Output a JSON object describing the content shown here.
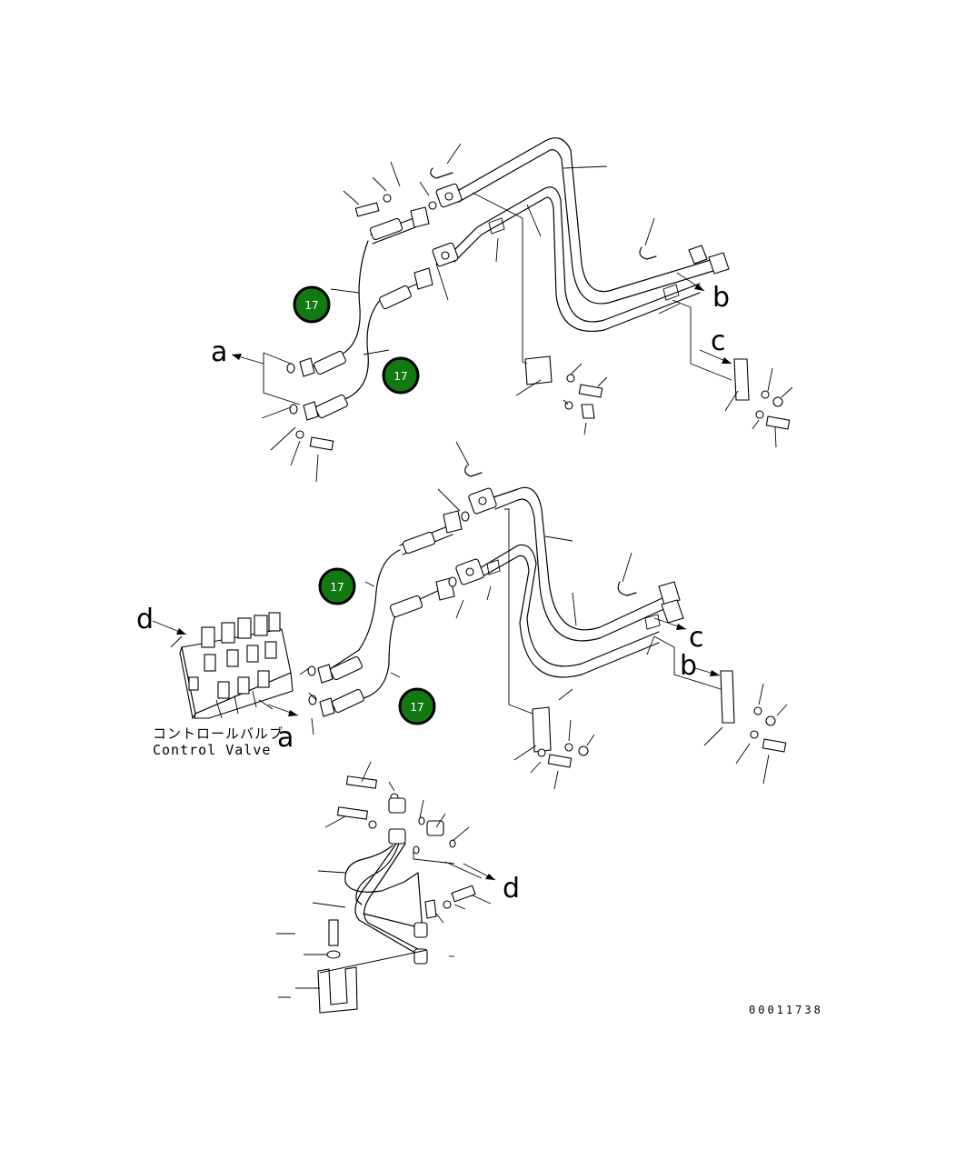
{
  "diagram": {
    "caption_jp": "コントロールバルブ",
    "caption_en": "Control Valve",
    "drawing_number": "00011738",
    "callout_color": "#137a13",
    "callouts": [
      {
        "label": "17"
      },
      {
        "label": "17"
      },
      {
        "label": "17"
      },
      {
        "label": "17"
      }
    ],
    "letters": [
      {
        "label": "a"
      },
      {
        "label": "b"
      },
      {
        "label": "c"
      },
      {
        "label": "c"
      },
      {
        "label": "b"
      },
      {
        "label": "d"
      },
      {
        "label": "a"
      },
      {
        "label": "d"
      }
    ]
  }
}
